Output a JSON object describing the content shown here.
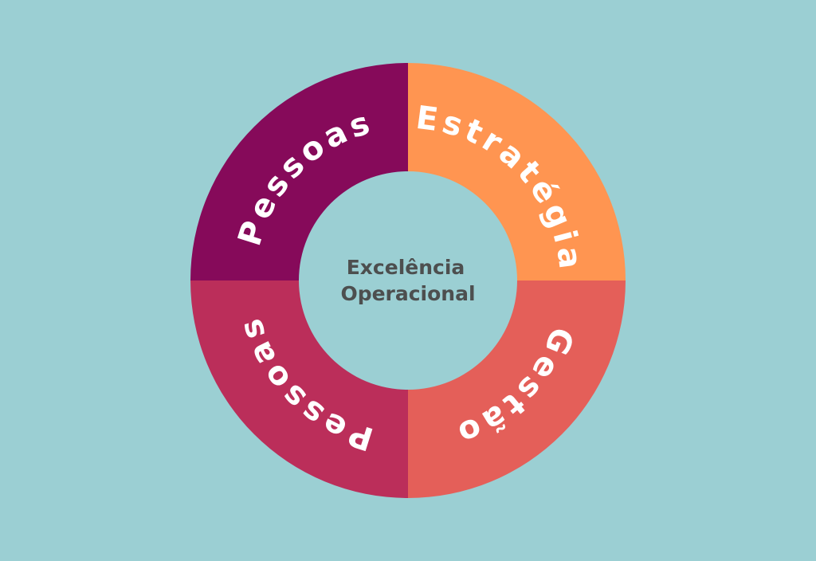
{
  "colors": {
    "background": "#9BCFD3",
    "pessoas_top": "#860A5A",
    "estrategia": "#FF9551",
    "gestao": "#E45F59",
    "pessoas_bottom": "#BB2E5A",
    "text": "#FFFFFF",
    "center_text": "#4D4F4F"
  },
  "center": {
    "line1": "Excelência",
    "line2": "Operacional"
  },
  "segments": [
    {
      "label": "Estratégia"
    },
    {
      "label": "Gestão"
    },
    {
      "label": "Pessoas"
    },
    {
      "label": "Pessoas"
    }
  ]
}
